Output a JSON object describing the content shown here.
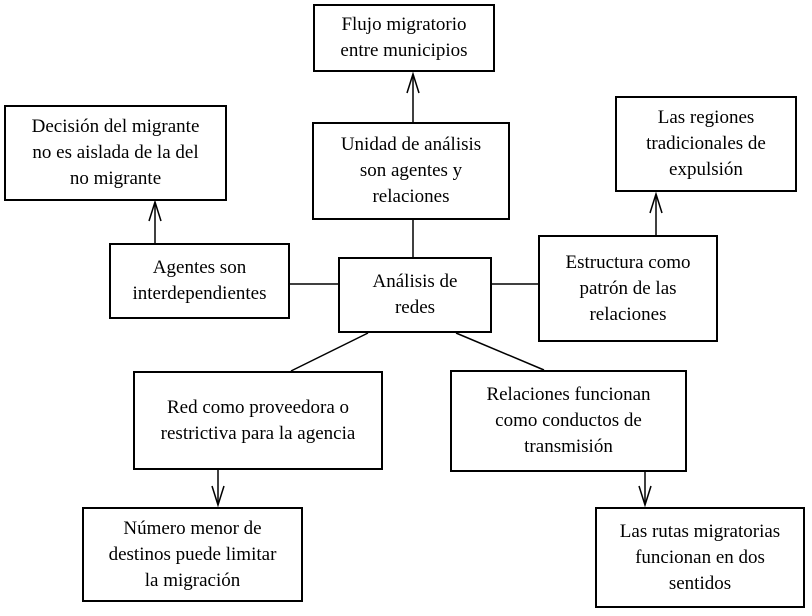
{
  "diagram": {
    "type": "concept-map",
    "language": "es",
    "central_topic": "Análisis de redes",
    "background_color": "#ffffff",
    "line_color": "#000000",
    "text_color": "#000000",
    "nodes": {
      "flujo_migratorio": {
        "label": "Flujo migratorio entre municipios",
        "lines": [
          "Flujo migratorio",
          "entre municipios"
        ]
      },
      "decision_migrante": {
        "label": "Decisión del migrante no es aislada de la del no migrante",
        "lines": [
          "Decisión del migrante",
          "no es aislada de la del",
          "no migrante"
        ]
      },
      "unidad_analisis": {
        "label": "Unidad de análisis son agentes y relaciones",
        "lines": [
          "Unidad de análisis",
          "son agentes y",
          "relaciones"
        ]
      },
      "regiones_expulsion": {
        "label": "Las regiones tradicionales de expulsión",
        "lines": [
          "Las regiones",
          "tradicionales de",
          "expulsión"
        ]
      },
      "agentes_interdependientes": {
        "label": "Agentes son interdependientes",
        "lines": [
          "Agentes son",
          "interdependientes"
        ]
      },
      "analisis_redes": {
        "label": "Análisis de redes",
        "lines": [
          "Análisis de",
          "redes"
        ]
      },
      "estructura_patron": {
        "label": "Estructura como patrón de las relaciones",
        "lines": [
          "Estructura como",
          "patrón de las",
          "relaciones"
        ]
      },
      "red_proveedora": {
        "label": "Red como proveedora o restrictiva para la agencia",
        "lines": [
          "Red como proveedora o",
          "restrictiva para la agencia"
        ]
      },
      "relaciones_conductos": {
        "label": "Relaciones funcionan como conductos de transmisión",
        "lines": [
          "Relaciones funcionan",
          "como conductos de",
          "transmisión"
        ]
      },
      "numero_destinos": {
        "label": "Número menor de destinos puede limitar la migración",
        "lines": [
          "Número menor de",
          "destinos puede limitar",
          "la migración"
        ]
      },
      "rutas_migratorias": {
        "label": "Las rutas migratorias funcionan en dos sentidos",
        "lines": [
          "Las rutas migratorias",
          "funcionan en dos",
          "sentidos"
        ]
      }
    },
    "edges": [
      {
        "from": "unidad_analisis",
        "to": "flujo_migratorio",
        "style": "arrow"
      },
      {
        "from": "unidad_analisis",
        "to": "analisis_redes",
        "style": "plain"
      },
      {
        "from": "agentes_interdependientes",
        "to": "decision_migrante",
        "style": "arrow"
      },
      {
        "from": "analisis_redes",
        "to": "agentes_interdependientes",
        "style": "plain"
      },
      {
        "from": "analisis_redes",
        "to": "estructura_patron",
        "style": "plain"
      },
      {
        "from": "estructura_patron",
        "to": "regiones_expulsion",
        "style": "arrow"
      },
      {
        "from": "analisis_redes",
        "to": "red_proveedora",
        "style": "plain"
      },
      {
        "from": "analisis_redes",
        "to": "relaciones_conductos",
        "style": "plain"
      },
      {
        "from": "red_proveedora",
        "to": "numero_destinos",
        "style": "arrow"
      },
      {
        "from": "relaciones_conductos",
        "to": "rutas_migratorias",
        "style": "arrow"
      }
    ]
  }
}
